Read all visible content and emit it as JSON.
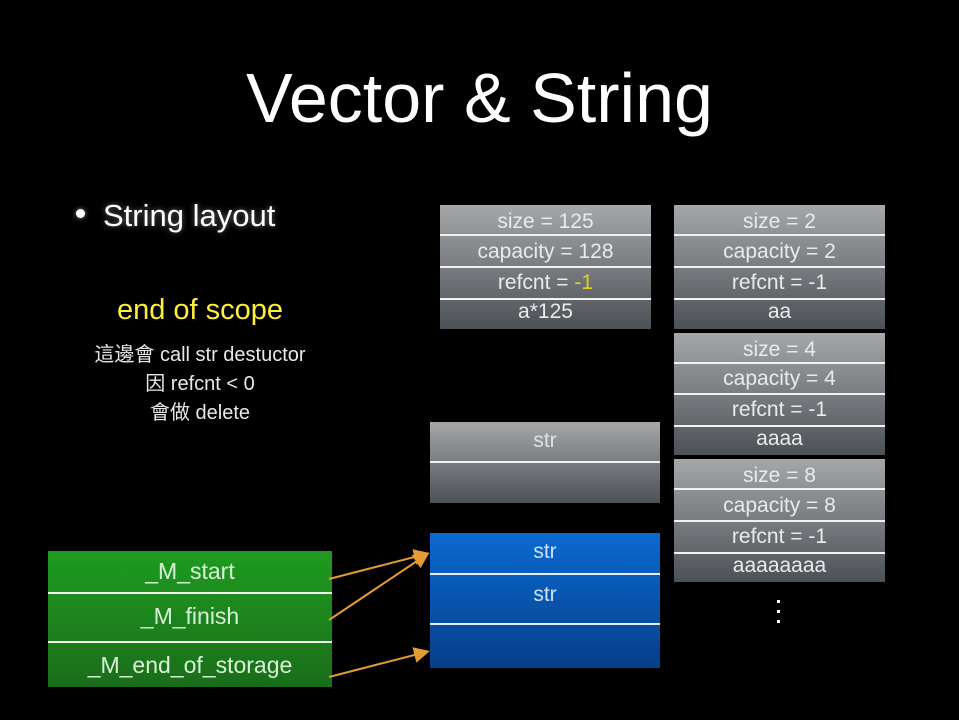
{
  "slide": {
    "title": "Vector & String",
    "bullet": "String layout",
    "note": {
      "heading": "end of scope",
      "lines": [
        "這邊會 call str destuctor",
        "因 refcnt < 0",
        "會做 delete"
      ]
    }
  },
  "heap_blocks": [
    {
      "size": "size = 125",
      "capacity": "capacity = 128",
      "refcnt_label": "refcnt = ",
      "refcnt_value": "-1",
      "data": "a*125",
      "refcnt_highlight_color": "#e2d21c"
    },
    {
      "size": "size = 2",
      "capacity": "capacity = 2",
      "refcnt_label": "refcnt = ",
      "refcnt_value": "-1",
      "data": "aa"
    },
    {
      "size": "size = 4",
      "capacity": "capacity = 4",
      "refcnt_label": "refcnt = ",
      "refcnt_value": "-1",
      "data": "aaaa"
    },
    {
      "size": "size = 8",
      "capacity": "capacity = 8",
      "refcnt_label": "refcnt = ",
      "refcnt_value": "-1",
      "data": "aaaaaaaa"
    }
  ],
  "gray_str_box": {
    "cells": [
      "str",
      ""
    ]
  },
  "blue_storage": {
    "cells": [
      "str",
      "str",
      ""
    ]
  },
  "vector": {
    "fields": [
      "_M_start",
      "_M_finish",
      "_M_end_of_storage"
    ]
  },
  "ellipsis": "⋮",
  "colors": {
    "highlight": "#e2d21c",
    "note_heading": "#ffef3a",
    "arrow": "#e39b33",
    "vector_fill": "#1f8a1f",
    "storage_fill": "#0a5cc0"
  }
}
